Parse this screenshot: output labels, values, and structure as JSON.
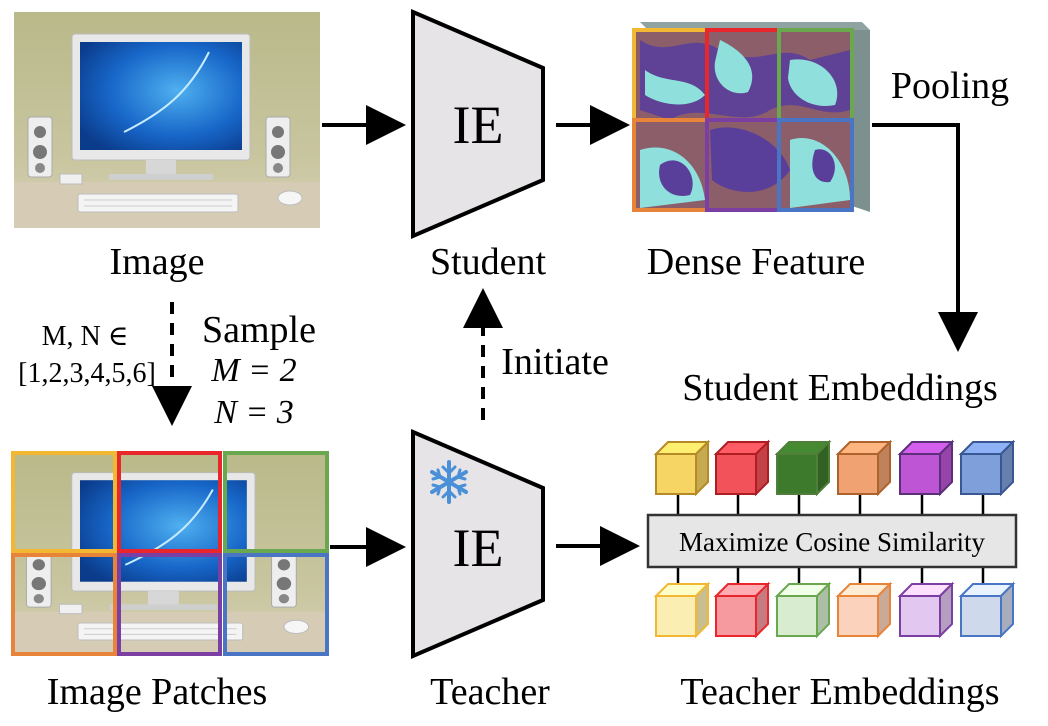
{
  "labels": {
    "image": "Image",
    "student": "Student",
    "dense_feature": "Dense Feature",
    "pooling": "Pooling",
    "sample": "Sample",
    "m_eq": "M = 2",
    "n_eq": "N = 3",
    "mn_range_line1": "M, N ∈",
    "mn_range_line2": "[1,2,3,4,5,6]",
    "initiate": "Initiate",
    "student_embeddings": "Student Embeddings",
    "image_patches": "Image Patches",
    "teacher": "Teacher",
    "teacher_embeddings": "Teacher Embeddings",
    "maximize": "Maximize Cosine Similarity",
    "ie_student": "IE",
    "ie_teacher": "IE"
  },
  "colors": {
    "yellow": "#f2b833",
    "red": "#e8262c",
    "green": "#6aa84f",
    "orange": "#e8843a",
    "purple": "#7b3fa3",
    "blue": "#4a74c4"
  },
  "student_cubes": [
    "#f6d564",
    "#f2525a",
    "#3e7a2c",
    "#f0a272",
    "#bd55d4",
    "#7f9fdb"
  ],
  "teacher_cubes": [
    "#fbeeb3",
    "#f79aa0",
    "#d8edcf",
    "#fbd3bd",
    "#e2c7f0",
    "#cfd9ec"
  ],
  "icons": {
    "snowflake": "snowflake-icon"
  }
}
